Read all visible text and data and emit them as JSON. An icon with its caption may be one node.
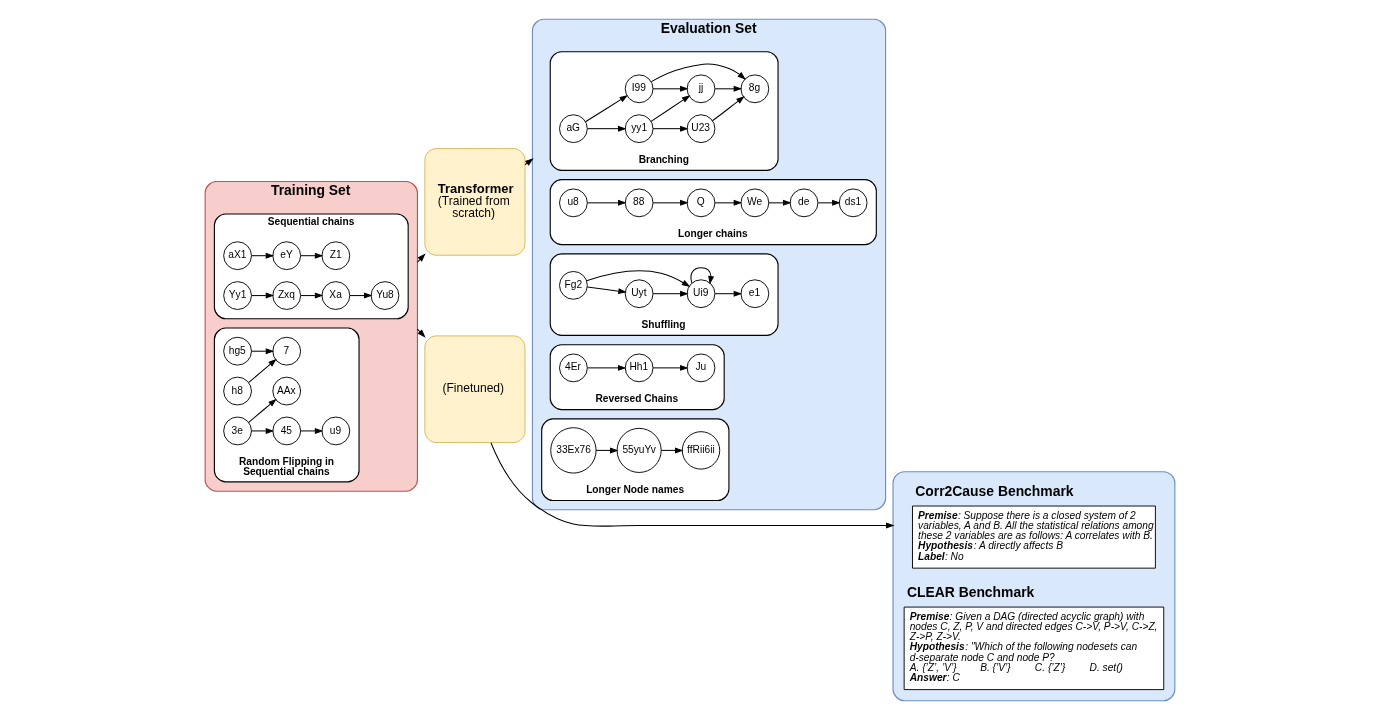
{
  "diagram": {
    "nodes": [
      {
        "text": [
          "Training Set"
        ]
      },
      {
        "text": [
          "Sequential chains"
        ],
        "in": 0
      },
      {
        "text": [
          "aX1"
        ],
        "in": 1
      },
      {
        "text": [
          "eY"
        ],
        "in": 1
      },
      {
        "text": [
          "Z1"
        ],
        "in": 1
      },
      {
        "text": [
          "Yy1"
        ],
        "in": 1
      },
      {
        "text": [
          "Zxq"
        ],
        "in": 1
      },
      {
        "text": [
          "Xa"
        ],
        "in": 1
      },
      {
        "text": [
          "Yu8"
        ],
        "in": 1
      },
      {
        "text": [
          "Random Flipping in Sequential chains"
        ],
        "in": 0
      },
      {
        "text": [
          "hg5"
        ],
        "in": 9
      },
      {
        "text": [
          "7"
        ],
        "in": 9
      },
      {
        "text": [
          "h8"
        ],
        "in": 9
      },
      {
        "text": [
          "u9"
        ],
        "in": 9
      },
      {
        "text": [
          "45"
        ],
        "in": 9
      },
      {
        "text": [
          "3e"
        ],
        "in": 9
      },
      {
        "text": [
          "AAx"
        ],
        "in": 9
      },
      {
        "text": [
          "Transformer",
          "(Trained from scratch)"
        ]
      },
      {
        "text": [
          "(Finetuned)"
        ]
      },
      {
        "text": [
          "Evaluation Set"
        ]
      },
      {
        "text": [
          "Branching"
        ],
        "in": 19
      },
      {
        "text": [
          "aG"
        ],
        "in": 20
      },
      {
        "text": [
          "yy1"
        ],
        "in": 20
      },
      {
        "text": [
          "U23"
        ],
        "in": 20
      },
      {
        "text": [
          "jj"
        ],
        "in": 20
      },
      {
        "text": [
          "I99"
        ],
        "in": 20
      },
      {
        "text": [
          "8g"
        ],
        "in": 20
      },
      {
        "text": [
          "Longer chains"
        ],
        "in": 19
      },
      {
        "text": [
          "u8"
        ],
        "in": 27
      },
      {
        "text": [
          "88"
        ],
        "in": 27
      },
      {
        "text": [
          "Q"
        ],
        "in": 27
      },
      {
        "text": [
          "We"
        ],
        "in": 27
      },
      {
        "text": [
          "de"
        ],
        "in": 27
      },
      {
        "text": [
          "ds1"
        ],
        "in": 27
      },
      {
        "text": [
          "Shuffling"
        ],
        "in": 19
      },
      {
        "text": [
          "Fg2"
        ],
        "in": 34
      },
      {
        "text": [
          "Uyt"
        ],
        "in": 34
      },
      {
        "text": [
          "Ui9"
        ],
        "in": 34
      },
      {
        "text": [
          "e1"
        ],
        "in": 34
      },
      {
        "text": [
          "Reversed Chains"
        ],
        "in": 19
      },
      {
        "text": [
          "Ju"
        ],
        "in": 39
      },
      {
        "text": [
          "Hh1"
        ],
        "in": 39
      },
      {
        "text": [
          "4Er"
        ],
        "in": 39
      },
      {
        "text": [
          "Longer Node names"
        ],
        "in": 19
      },
      {
        "text": [
          "33Ex76"
        ],
        "in": 43
      },
      {
        "text": [
          "55yuYv"
        ],
        "in": 43
      },
      {
        "text": [
          "ffRii6ii"
        ],
        "in": 43
      },
      {
        "text": [],
        "shape": "box"
      },
      {
        "text": [
          "Corr2Cause Benchmark",
          "**Premise**: Suppose there is a closed system of 2 variables, A and B. All the statistical relations among these 2 variables are as follows: A correlates with B.",
          "**Hypothesis**: A directly affects B",
          "**Label**: No"
        ],
        "in": 47
      },
      {
        "text": [
          "CLEAR Benchmark",
          "**Premise**: Given a DAG (directed acyclic graph) with nodes C, Z, P, V and directed edges C->V, P->V, C->Z, Z->P, Z->V.",
          "**Hypothesis**: \"Which of the following nodesets can d-separate node C and node P?",
          "A. {’Z’, ’V’}",
          "B. {’V’}",
          "C. {’Z’}",
          "D. set()",
          "**Answer**: C"
        ],
        "in": 47
      }
    ],
    "edges": [
      {
        "from": 2,
        "to": 3,
        "arrow": "to"
      },
      {
        "from": 3,
        "to": 4,
        "arrow": "to"
      },
      {
        "from": 5,
        "to": 6,
        "arrow": "to"
      },
      {
        "from": 6,
        "to": 7,
        "arrow": "to"
      },
      {
        "from": 7,
        "to": 8,
        "arrow": "to"
      },
      {
        "from": 10,
        "to": 11,
        "arrow": "to"
      },
      {
        "from": 12,
        "to": 11,
        "arrow": "to"
      },
      {
        "from": 14,
        "to": 13,
        "arrow": "to"
      },
      {
        "from": 15,
        "to": 14,
        "arrow": "to"
      },
      {
        "from": 15,
        "to": 16,
        "arrow": "to"
      },
      {
        "from": 21,
        "to": 22,
        "arrow": "to"
      },
      {
        "from": 21,
        "to": 25,
        "arrow": "to"
      },
      {
        "from": 22,
        "to": 23,
        "arrow": "to"
      },
      {
        "from": 22,
        "to": 24,
        "arrow": "to"
      },
      {
        "from": 23,
        "to": 26,
        "arrow": "to"
      },
      {
        "from": 25,
        "to": 24,
        "arrow": "to"
      },
      {
        "from": 25,
        "to": 26,
        "arrow": "to"
      },
      {
        "from": 24,
        "to": 26,
        "arrow": "to"
      },
      {
        "from": 28,
        "to": 29,
        "arrow": "to"
      },
      {
        "from": 29,
        "to": 30,
        "arrow": "to"
      },
      {
        "from": 30,
        "to": 31,
        "arrow": "to"
      },
      {
        "from": 31,
        "to": 32,
        "arrow": "to"
      },
      {
        "from": 32,
        "to": 33,
        "arrow": "to"
      },
      {
        "from": 35,
        "to": 36,
        "arrow": "to"
      },
      {
        "from": 36,
        "to": 37,
        "arrow": "to"
      },
      {
        "from": 37,
        "to": 38,
        "arrow": "to"
      },
      {
        "from": 35,
        "to": 37,
        "arrow": "to"
      },
      {
        "from": 37,
        "to": 37,
        "arrow": "to"
      },
      {
        "from": 41,
        "to": 40,
        "arrow": "to"
      },
      {
        "from": 42,
        "to": 41,
        "arrow": "to"
      },
      {
        "from": 44,
        "to": 45,
        "arrow": "to"
      },
      {
        "from": 45,
        "to": 46,
        "arrow": "to"
      },
      {
        "from": 0,
        "to": 17,
        "arrow": "to"
      },
      {
        "from": 0,
        "to": 18,
        "arrow": "to"
      },
      {
        "from": 17,
        "to": 19,
        "arrow": "to"
      },
      {
        "from": 18,
        "to": 47,
        "arrow": "to"
      }
    ]
  }
}
